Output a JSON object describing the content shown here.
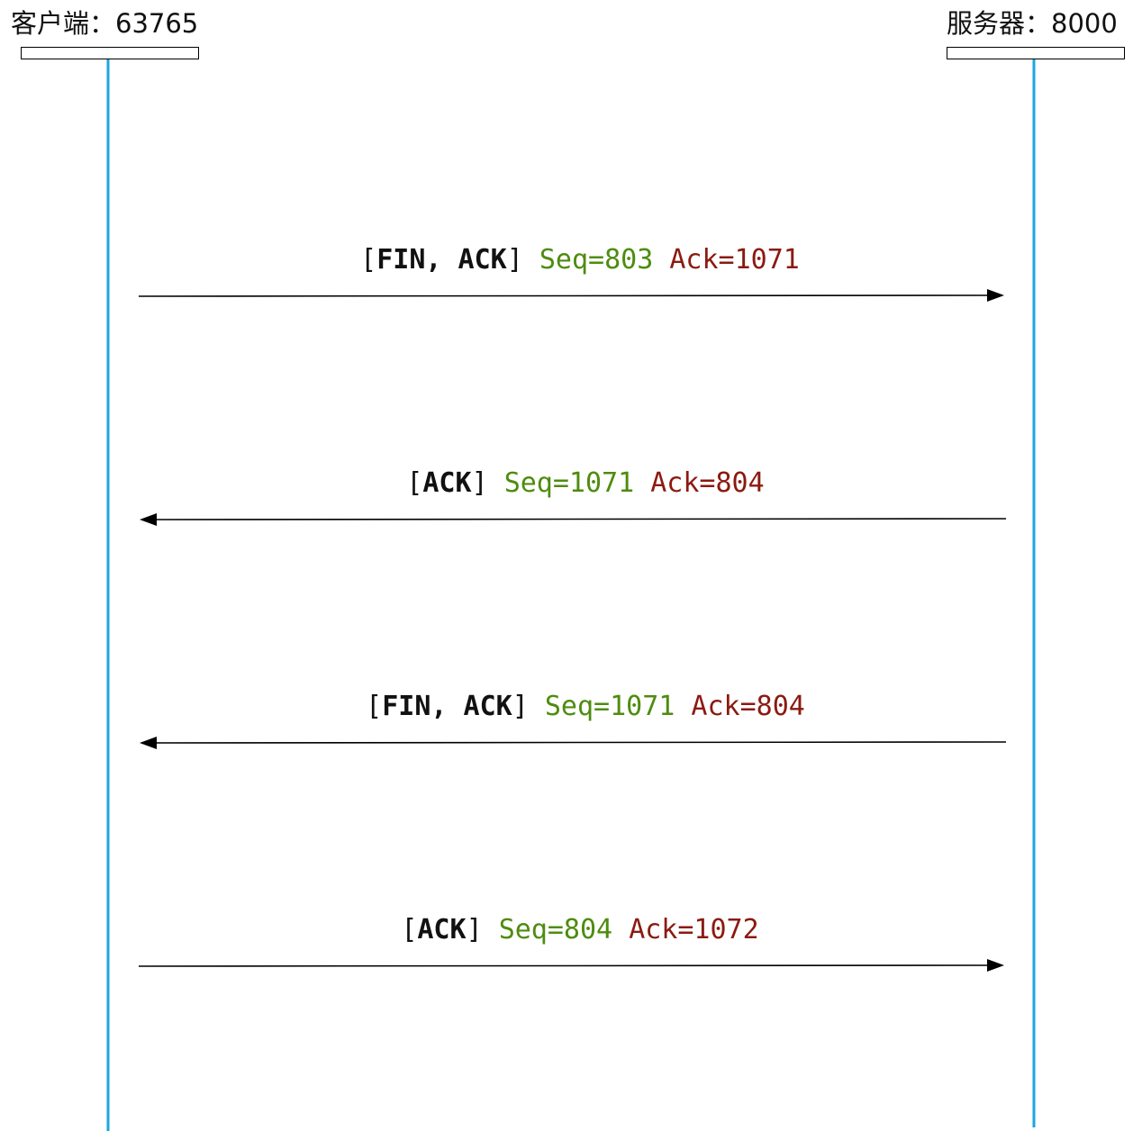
{
  "endpoints": {
    "client": {
      "label": "客户端：63765"
    },
    "server": {
      "label": "服务器：8000"
    }
  },
  "colors": {
    "lifeline": "#1aa6e0",
    "seq": "#4e8c0f",
    "ack": "#8b1a10",
    "arrow": "#000000"
  },
  "messages": [
    {
      "flags": "FIN, ACK",
      "seq": "Seq=803",
      "ack": "Ack=1071",
      "direction": "client-to-server"
    },
    {
      "flags": "ACK",
      "seq": "Seq=1071",
      "ack": "Ack=804",
      "direction": "server-to-client"
    },
    {
      "flags": "FIN, ACK",
      "seq": "Seq=1071",
      "ack": "Ack=804",
      "direction": "server-to-client"
    },
    {
      "flags": "ACK",
      "seq": "Seq=804",
      "ack": "Ack=1072",
      "direction": "client-to-server"
    }
  ]
}
